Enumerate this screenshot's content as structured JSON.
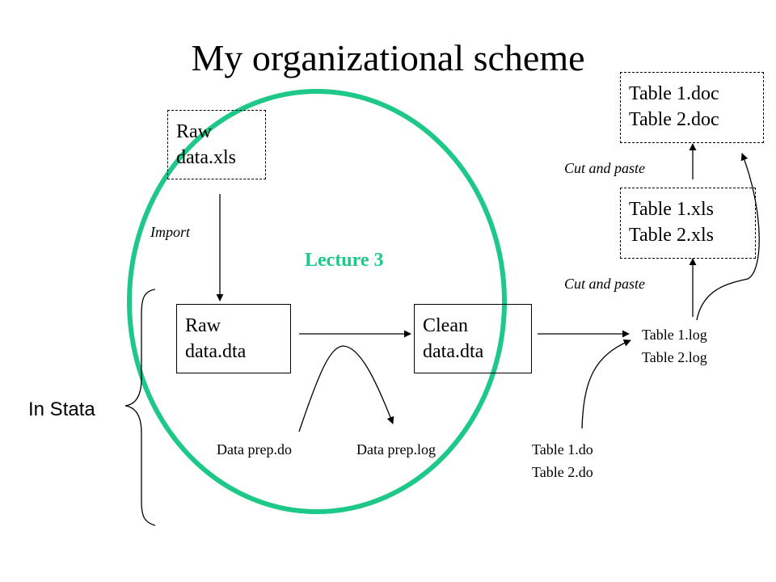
{
  "title": "My organizational scheme",
  "colors": {
    "highlight_circle": "#1dc889",
    "lecture_label": "#1dc889"
  },
  "boxes": {
    "raw_xls": [
      "Raw",
      "data.xls"
    ],
    "raw_dta": [
      "Raw",
      "data.dta"
    ],
    "clean_dta": [
      "Clean",
      "data.dta"
    ],
    "tables_doc": [
      "Table 1.doc",
      "Table 2.doc"
    ],
    "tables_xls": [
      "Table 1.xls",
      "Table 2.xls"
    ]
  },
  "labels": {
    "import": "Import",
    "lecture": "Lecture 3",
    "cut_paste_top": "Cut and paste",
    "cut_paste_bottom": "Cut and paste",
    "tables_log": [
      "Table 1.log",
      "Table 2.log"
    ],
    "tables_do": [
      "Table 1.do",
      "Table 2.do"
    ],
    "data_prep_do": "Data prep.do",
    "data_prep_log": "Data prep.log",
    "in_stata": "In Stata"
  }
}
